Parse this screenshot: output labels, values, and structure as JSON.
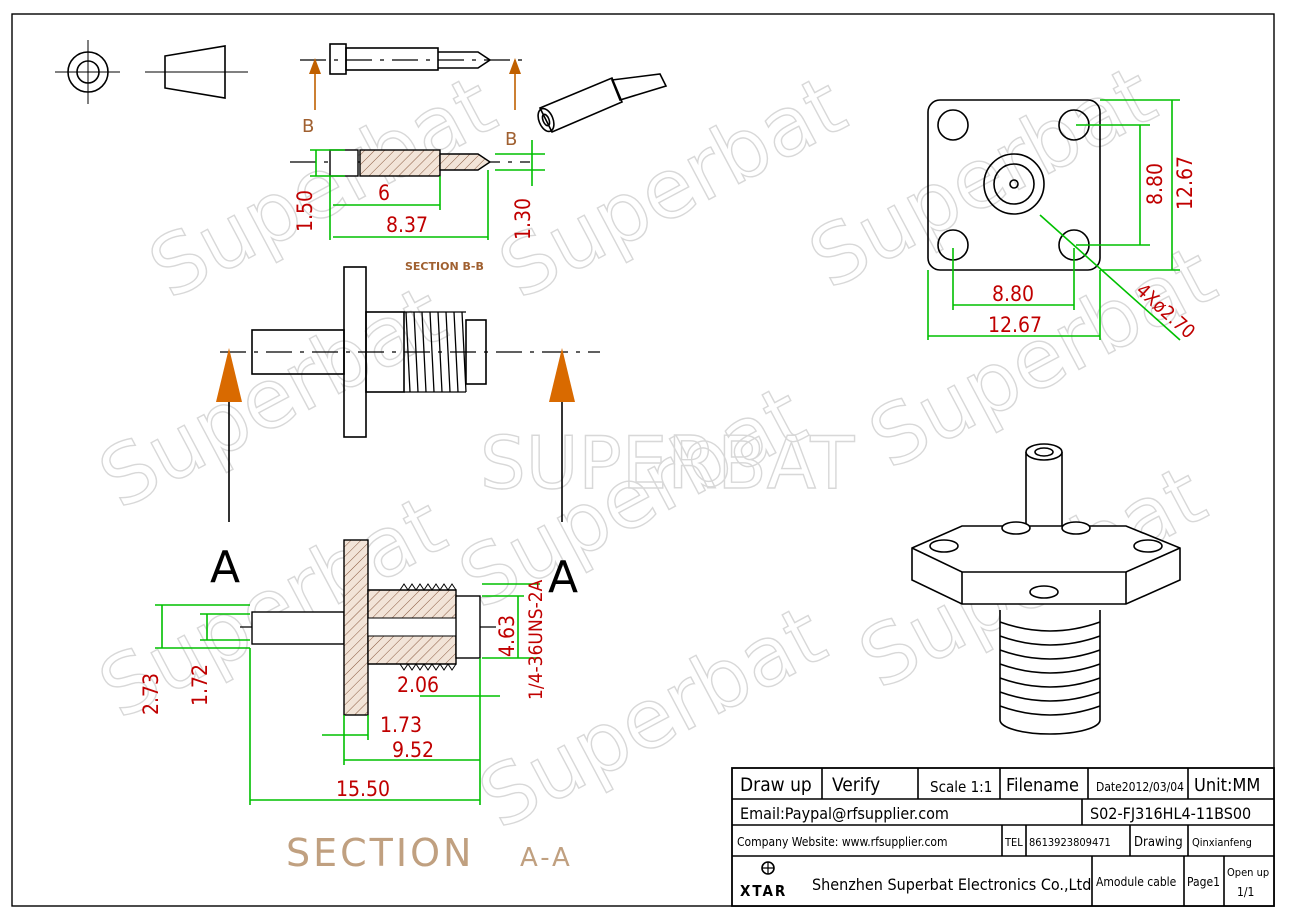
{
  "watermark": {
    "brand": "SUPERBAT",
    "script_word": "Superbat"
  },
  "section_bb": {
    "label_left": "B",
    "label_right": "B",
    "title": "SECTION B-B",
    "dims": {
      "d150": "1.50",
      "d6": "6",
      "d837": "8.37",
      "d130": "1.30"
    }
  },
  "section_aa": {
    "label_left": "A",
    "label_right": "A",
    "title": "SECTION",
    "title_suffix": "A-A",
    "dims": {
      "d273": "2.73",
      "d172": "1.72",
      "d463": "4.63",
      "thread": "1/4-36UNS-2A",
      "d206": "2.06",
      "d173": "1.73",
      "d952": "9.52",
      "d1550": "15.50"
    }
  },
  "flange_view": {
    "dims": {
      "d880v": "8.80",
      "d1267v": "12.67",
      "d880h": "8.80",
      "d1267h": "12.67",
      "holes": "4Xø2.70"
    }
  },
  "title_block": {
    "draw_up": "Draw up",
    "verify": "Verify",
    "scale": "Scale 1:1",
    "filename": "Filename",
    "date": "Date2012/03/04",
    "unit": "Unit:MM",
    "email": "Email:Paypal@rfsupplier.com",
    "part_no": "S02-FJ316HL4-11BS00",
    "website": "Company Website:  www.rfsupplier.com",
    "tel_label": "TEL",
    "tel": "8613923809471",
    "drawing": "Drawing",
    "drawer": "Qinxianfeng",
    "logo": "XTAR",
    "company": "Shenzhen Superbat Electronics Co.,Ltd",
    "cable": "Amodule cable",
    "page": "Page1",
    "open_up": "Open up",
    "sheets": "1/1"
  }
}
